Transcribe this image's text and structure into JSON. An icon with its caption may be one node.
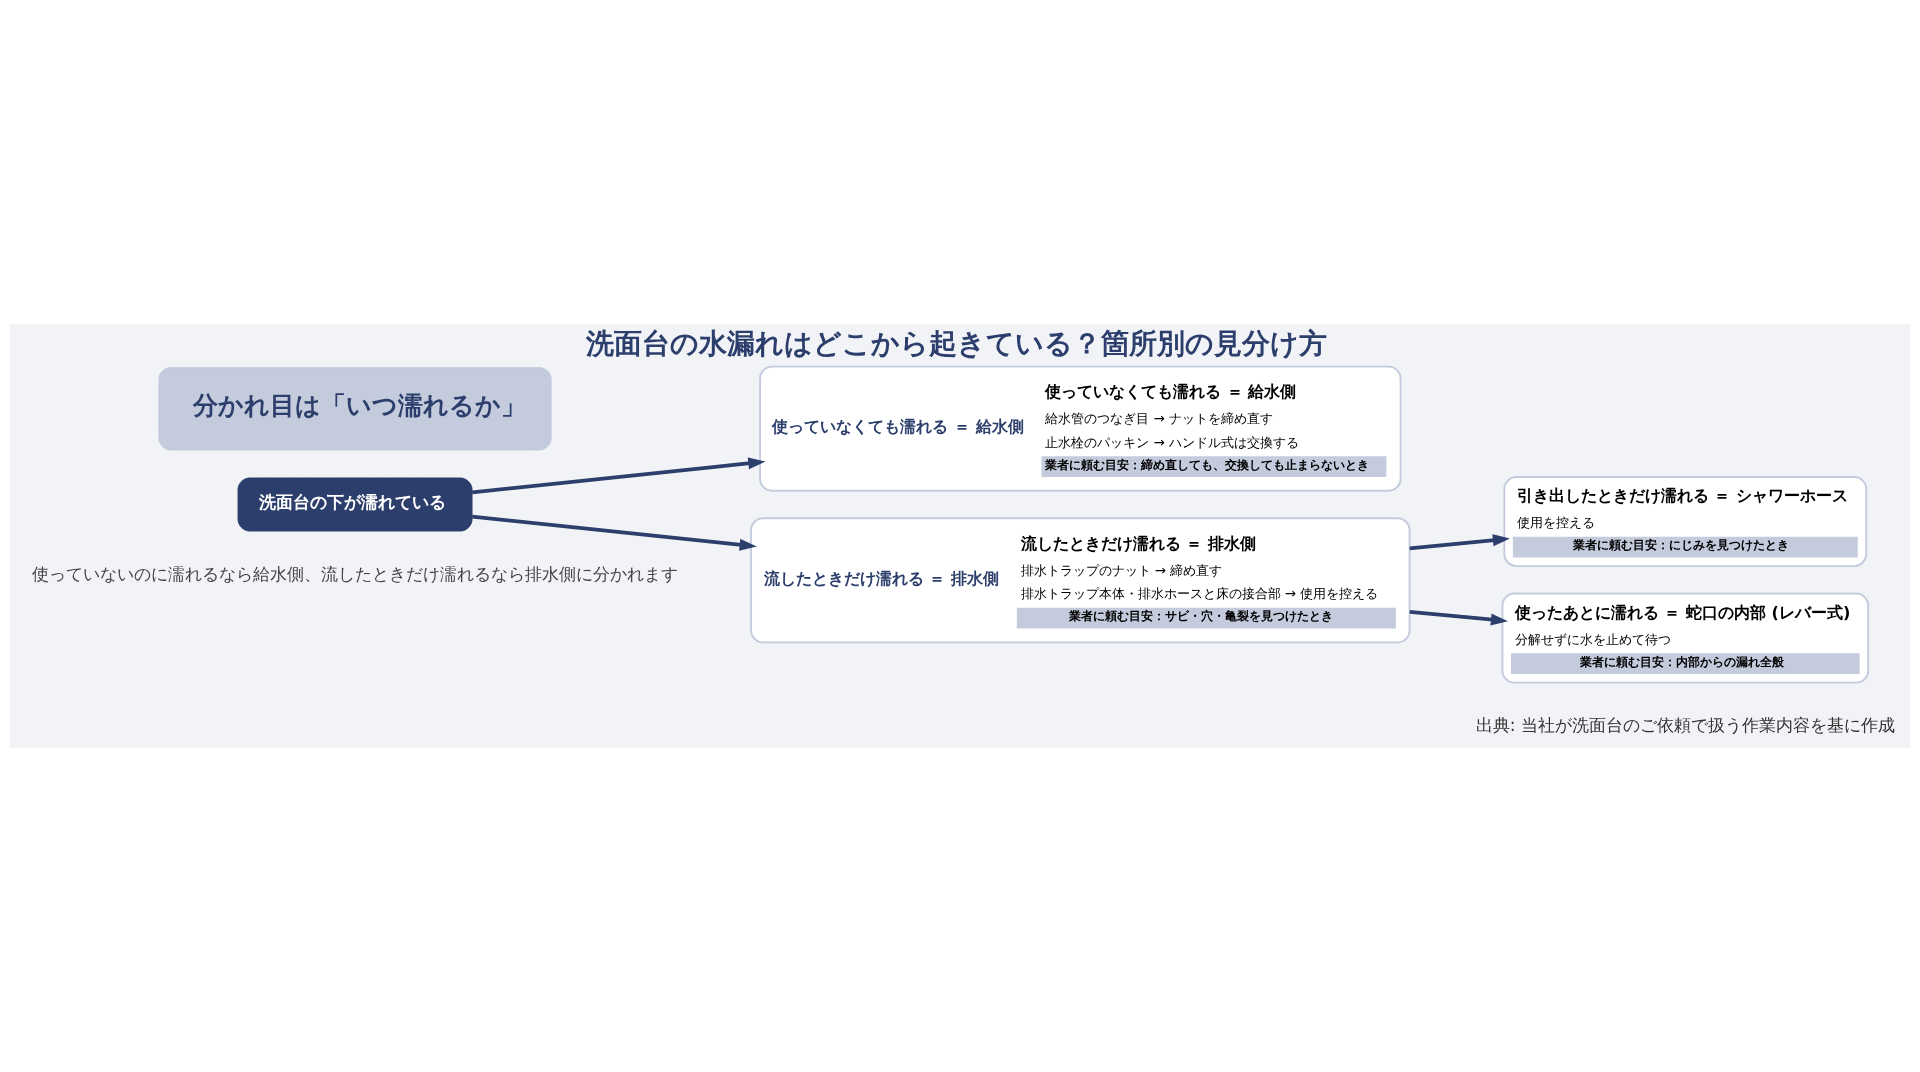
{
  "diagram": {
    "title": "洗面台の水漏れはどこから起きている？箇所別の見分け方",
    "caption": "出典: 当社が洗面台のご依頼で扱う作業内容を基に作成",
    "nodes": [
      {
        "text": [
          "洗面台の下が濡れている"
        ]
      },
      {
        "text": [
          "使っていなくても濡れる ＝ 給水側",
          "使っていなくても濡れる ＝ 給水側",
          "給水管のつなぎ目 → ナットを締め直す",
          "止水栓のパッキン → ハンドル式は交換する",
          "業者に頼む目安：締め直しても、交換しても止まらないとき"
        ]
      },
      {
        "text": [
          "流したときだけ濡れる ＝ 排水側",
          "流したときだけ濡れる ＝ 排水側",
          "排水トラップのナット → 締め直す",
          "排水トラップ本体・排水ホースと床の接合部 → 使用を控える",
          "業者に頼む目安：サビ・穴・亀裂を見つけたとき"
        ]
      },
      {
        "text": [
          "引き出したときだけ濡れる ＝ シャワーホース",
          "使用を控える",
          "業者に頼む目安：にじみを見つけたとき"
        ]
      },
      {
        "text": [
          "使ったあとに濡れる ＝ 蛇口の内部 (レバー式)",
          "分解せずに水を止めて待つ",
          "業者に頼む目安：内部からの漏れ全般"
        ]
      },
      {
        "text": [
          "分かれ目は「いつ濡れるか」"
        ]
      }
    ],
    "edges": [
      {
        "from": 0,
        "to": 1,
        "arrow": "to"
      },
      {
        "from": 0,
        "to": 2,
        "arrow": "to"
      },
      {
        "from": 2,
        "to": 3,
        "arrow": "to"
      },
      {
        "from": 2,
        "to": 4,
        "arrow": "to"
      }
    ],
    "labels": [
      "使っていないのに濡れるなら給水側、流したときだけ濡れるなら排水側に分かれます"
    ]
  }
}
